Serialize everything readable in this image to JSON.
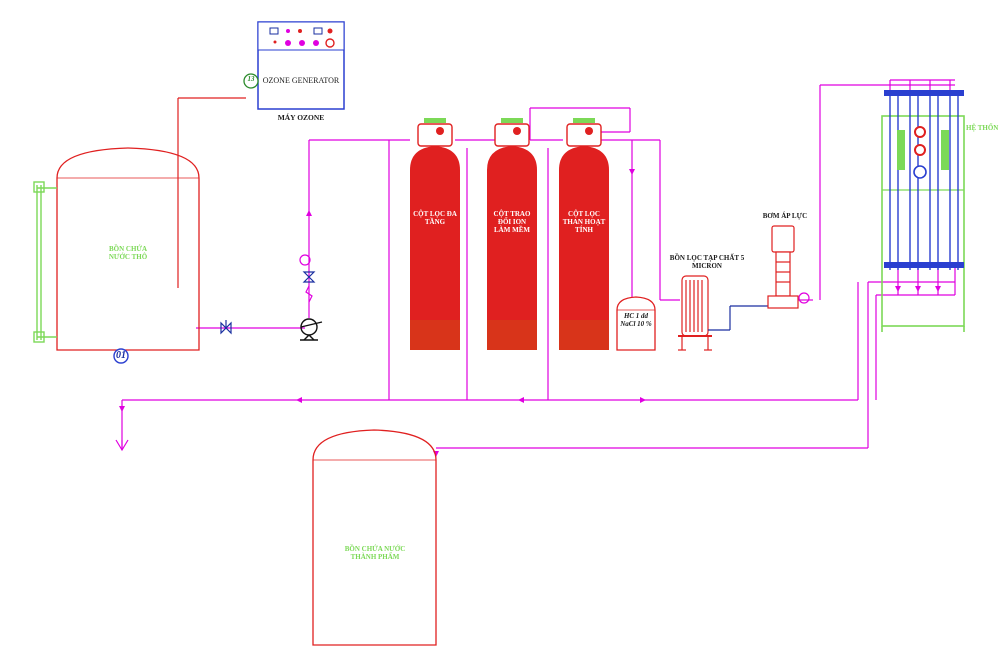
{
  "labels": {
    "raw_tank": "BỒN CHỨA NƯỚC THÔ",
    "raw_tank_no": "01",
    "ozone_generator": "OZONE GENERATOR",
    "ozone_no": "13",
    "ozone_caption": "MÁY OZONE",
    "col1": "CỘT LỌC ĐA TẦNG",
    "col2": "CỘT TRAO ĐỔI ION LÀM MỀM",
    "col3": "CỘT LỌC THAN HOẠT TÍNH",
    "hc_tank": "HC 1 dd NaCl 10 %",
    "cartridge": "BỒN LỌC TẠP CHẤT 5 MICRON",
    "pump": "BƠM ÁP LỰC",
    "ro_system": "HỆ THỐN",
    "product_tank": "BỒN CHỨA NƯỚC THÀNH PHẨM"
  },
  "colors": {
    "pipe": "#e000e0",
    "vessel": "#e02020",
    "blue": "#2a3fd0",
    "green": "#7cd957",
    "label_green": "#7cd957"
  }
}
